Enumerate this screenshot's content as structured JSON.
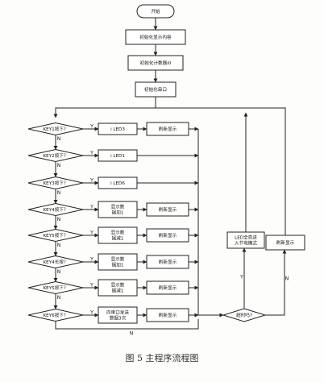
{
  "flowchart": {
    "start": "开始",
    "init_display": "初始化显示内容",
    "init_counter": "初始化计数器i0",
    "init_serial": "初始化串口",
    "decisions": [
      "KEY1按下？",
      "KEY2按下？",
      "KEY3按下？",
      "KEY4按下？",
      "KEY5按下？",
      "KEY4长按？",
      "KEY5按下？",
      "KEY6按下？"
    ],
    "actions": [
      "i LED3",
      "i LED1",
      "i LED6",
      "显示数\n据加1",
      "显示数\n据减1",
      "显示数\n据加1",
      "显示数\n据减1",
      "向串口发送\n数据3次"
    ],
    "refresh": "刷新显示",
    "timeout_q": "超时吗?",
    "led_all": "LED全亮进\n入节电模式",
    "refresh_right": "刷新显示",
    "yes": "Y",
    "no": "N"
  },
  "caption": "图 5   主程序流程图"
}
